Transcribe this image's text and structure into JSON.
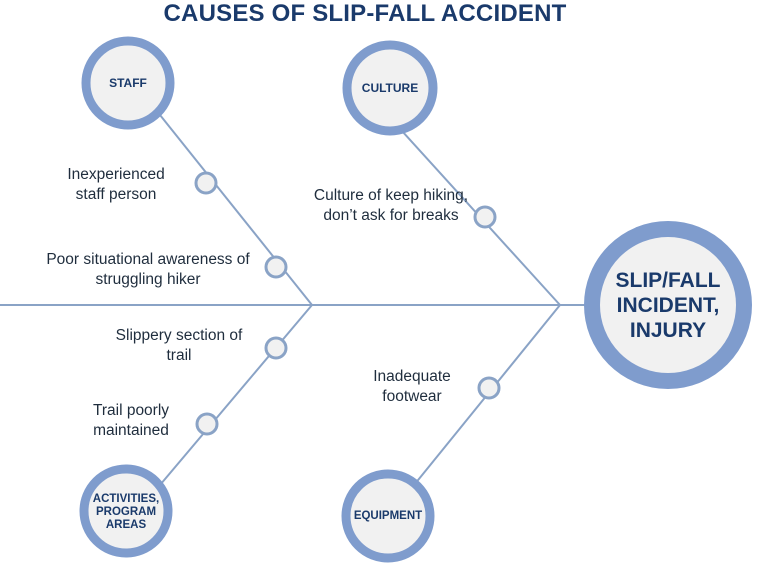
{
  "title": "CAUSES OF SLIP-FALL ACCIDENT",
  "colors": {
    "line": "#8aa3c6",
    "ring": "#7f9ccd",
    "inner": "#f1f1f1",
    "title": "#1a3a6b",
    "text": "#1f2d3d"
  },
  "categories": {
    "staff": "STAFF",
    "culture": "CULTURE",
    "activities": "ACTIVITIES, PROGRAM AREAS",
    "equipment": "EQUIPMENT"
  },
  "outcome": "SLIP/FALL INCIDENT, INJURY",
  "causes": {
    "staff_1": "Inexperienced staff person",
    "staff_2": "Poor situational awareness of struggling hiker",
    "culture_1": "Culture of keep hiking, don’t ask for breaks",
    "activities_1": "Slippery section of trail",
    "activities_2": "Trail poorly maintained",
    "equipment_1": "Inadequate footwear"
  }
}
